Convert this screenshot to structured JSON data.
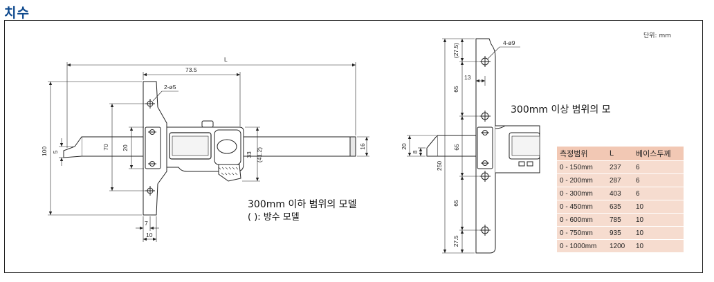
{
  "page_title": "치수",
  "unit_label": "단위: mm",
  "left_drawing": {
    "dims": {
      "overall_length": "L",
      "base_offset": "73.5",
      "hole_callout": "2-ø5",
      "base_height": "100",
      "beam_offset": "5",
      "hole_pitch": "70",
      "beam_width": "20",
      "body_height": "33",
      "body_height_paren": "(41.2)",
      "tip_width": "16",
      "base_thickness_a": "7",
      "base_thickness_b": "10"
    },
    "caption_main": "300mm 이하 범위의 모델",
    "caption_sub": "(    ): 방수 모델"
  },
  "right_drawing": {
    "dims": {
      "top_edge": "(27.5)",
      "hole_callout": "4-ø9",
      "hole_pitch_top": "65",
      "edge_offset": "13",
      "beam_width": "20",
      "beam_offset": "8",
      "center_pitch": "65",
      "base_height": "250",
      "hole_pitch_bottom": "65",
      "bottom_edge": "27.5"
    },
    "caption_main": "300mm 이상 범위의 모"
  },
  "spec_table": {
    "headers": [
      "측정범위",
      "L",
      "베이스두께"
    ],
    "rows": [
      [
        "0 - 150mm",
        "237",
        "6"
      ],
      [
        "0 - 200mm",
        "287",
        "6"
      ],
      [
        "0 - 300mm",
        "403",
        "6"
      ],
      [
        "0 - 450mm",
        "635",
        "10"
      ],
      [
        "0 - 600mm",
        "785",
        "10"
      ],
      [
        "0 - 750mm",
        "935",
        "10"
      ],
      [
        "0 - 1000mm",
        "1200",
        "10"
      ]
    ]
  },
  "colors": {
    "title": "#0f4a8e",
    "table_header": "#f2c8b4",
    "table_row": "#f6dccf",
    "line": "#222222"
  }
}
